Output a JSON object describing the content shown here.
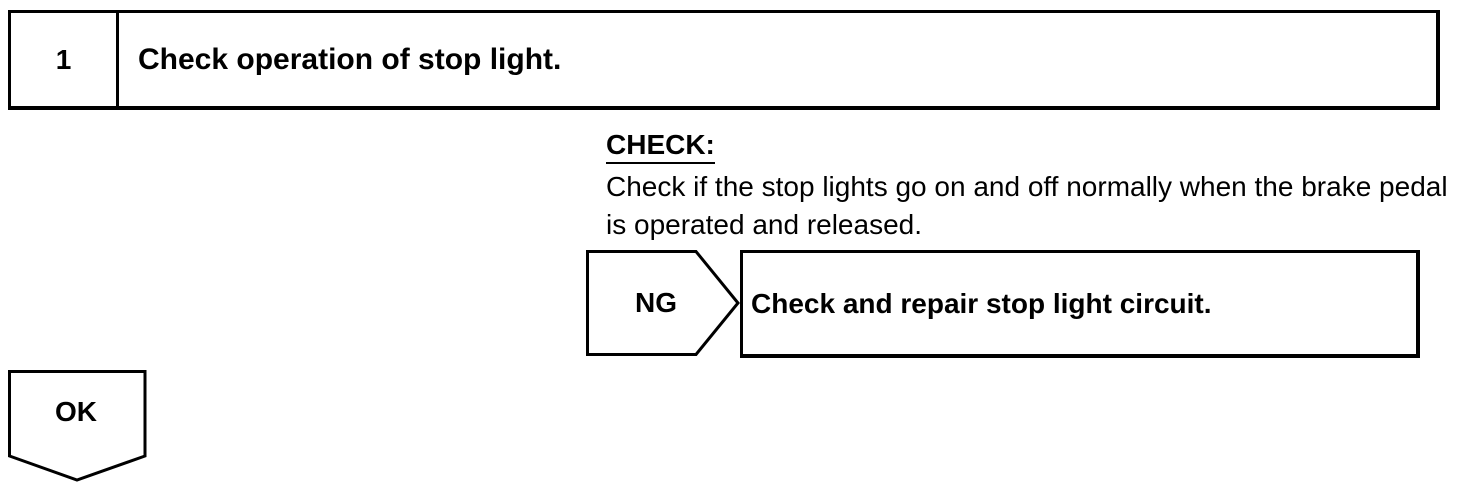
{
  "step": {
    "number": "1",
    "title": "Check operation of stop light."
  },
  "check": {
    "heading": "CHECK:",
    "text": "Check if the stop lights go on and off normally when the brake pedal is operated and released."
  },
  "ng": {
    "label": "NG",
    "result": "Check and repair stop light circuit."
  },
  "ok": {
    "label": "OK"
  }
}
